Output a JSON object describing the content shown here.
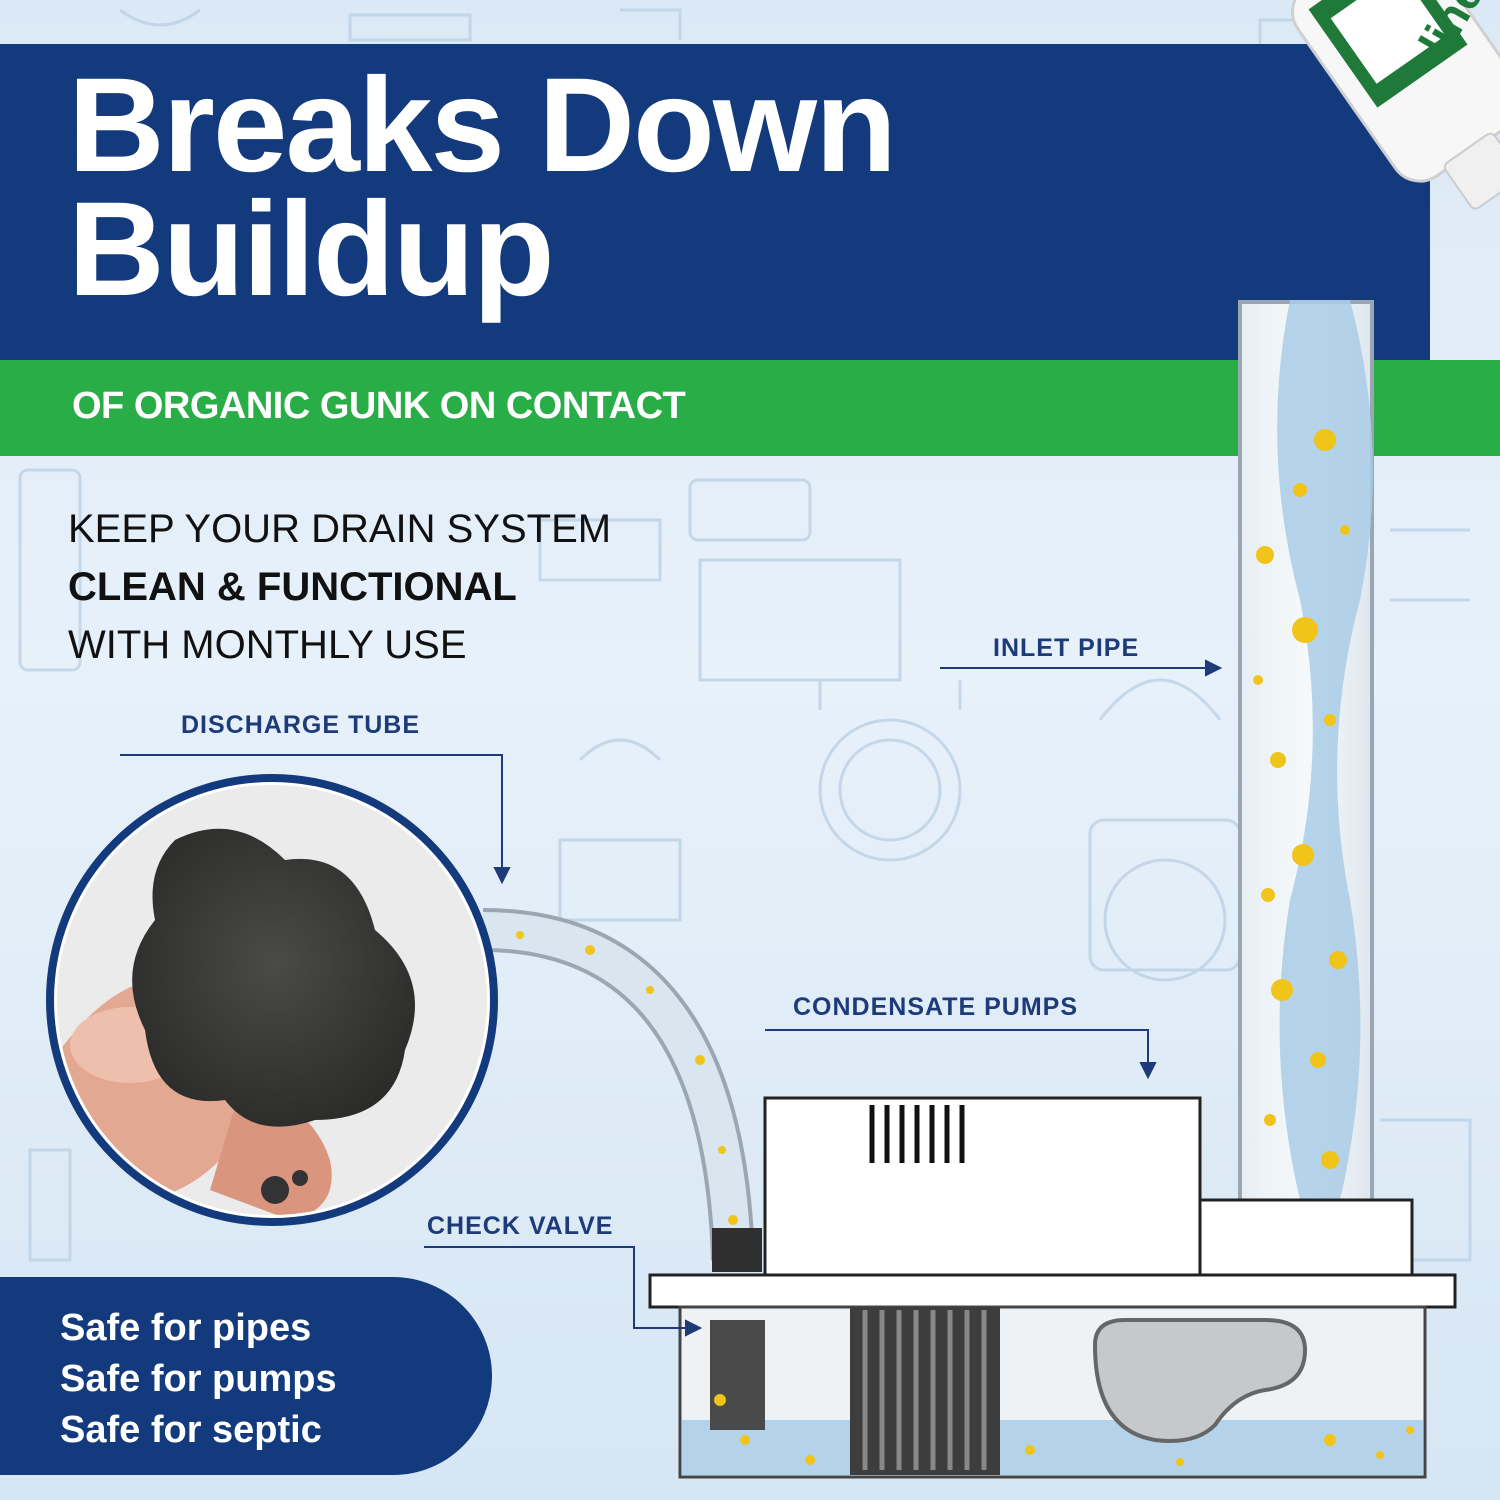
{
  "headline": {
    "line1": "Breaks Down",
    "line2": "Buildup"
  },
  "subheadline": "OF ORGANIC GUNK ON CONTACT",
  "tagline": {
    "line1": "KEEP YOUR DRAIN SYSTEM",
    "line2": "CLEAN & FUNCTIONAL",
    "line3": "WITH MONTHLY USE"
  },
  "labels": {
    "inlet_pipe": "INLET PIPE",
    "discharge_tube": "DISCHARGE TUBE",
    "condensate_pumps": "CONDENSATE PUMPS",
    "check_valve": "CHECK VALVE"
  },
  "safe_list": [
    "Safe for pipes",
    "Safe for pumps",
    "Safe for septic"
  ],
  "bottle_label_text": "line",
  "colors": {
    "navy": "#133a7c",
    "green": "#29ad47",
    "label_navy": "#1d3b78",
    "background": "#dbe9f6",
    "liquid": "#a9cde6",
    "gunk_dots": "#f0c419"
  }
}
